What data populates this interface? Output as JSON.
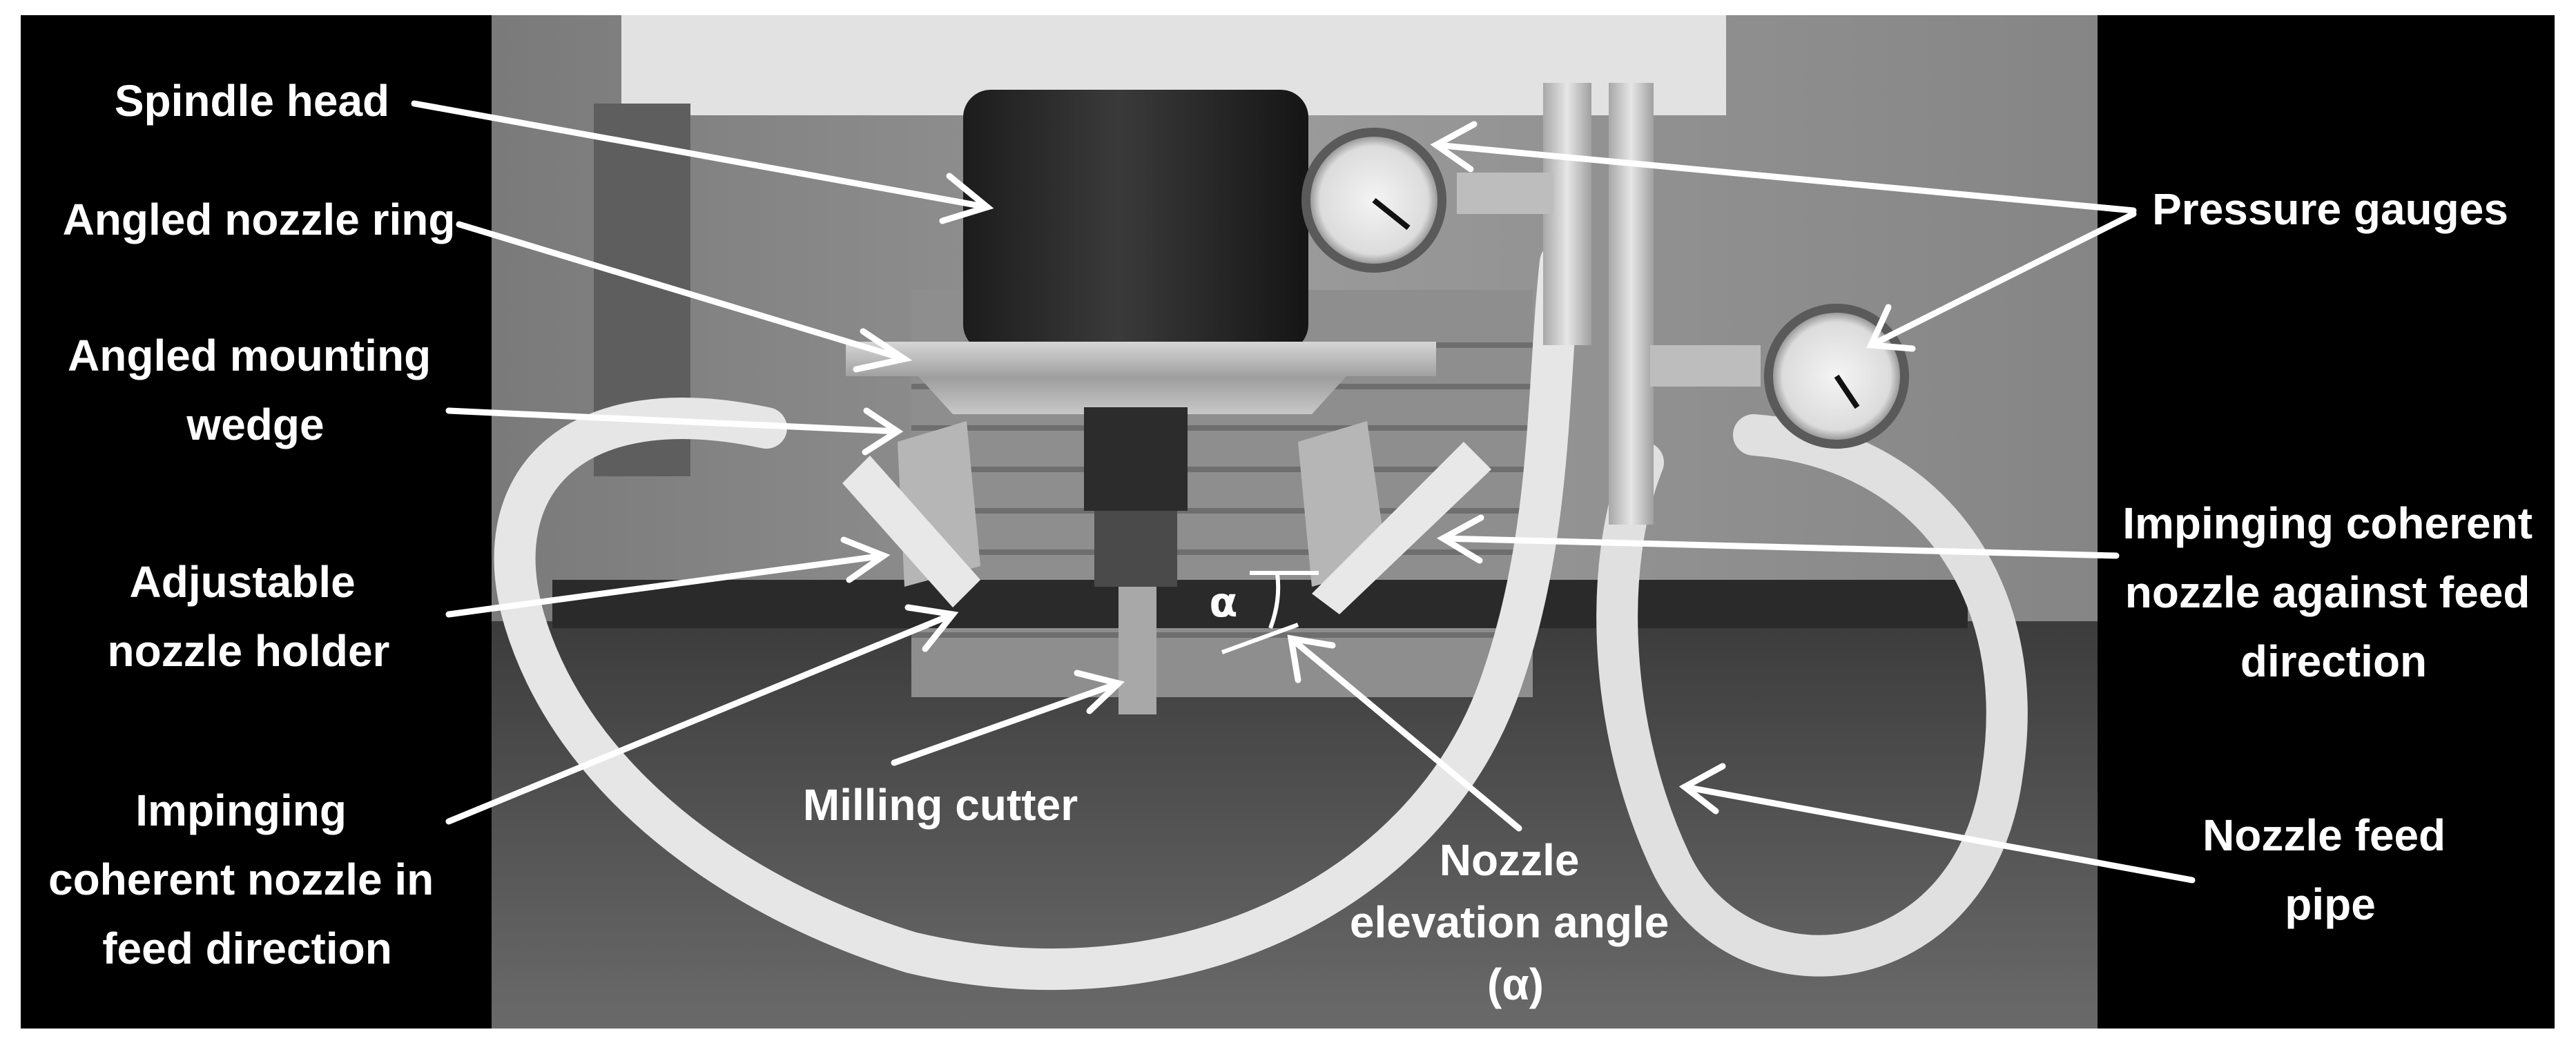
{
  "figure": {
    "labels": {
      "spindle_head": [
        "Spindle head"
      ],
      "angled_nozzle_ring": [
        "Angled nozzle ring"
      ],
      "angled_mounting_wedge": [
        "Angled mounting",
        "wedge"
      ],
      "adjustable_nozzle_holder": [
        "Adjustable",
        "nozzle holder"
      ],
      "nozzle_in_feed_direction": [
        "Impinging",
        "coherent nozzle in",
        "feed direction"
      ],
      "milling_cutter": [
        "Milling cutter"
      ],
      "nozzle_elevation_angle": [
        "Nozzle",
        "elevation angle",
        "(α)"
      ],
      "pressure_gauges": [
        "Pressure gauges"
      ],
      "nozzle_against_feed": [
        "Impinging coherent",
        "nozzle against feed",
        "direction"
      ],
      "nozzle_feed_pipe": [
        "Nozzle feed",
        "pipe"
      ],
      "alpha_symbol": [
        "α"
      ]
    },
    "colors": {
      "background": "#000000",
      "annotation": "#ffffff",
      "photo_tone": "grayscale"
    }
  }
}
